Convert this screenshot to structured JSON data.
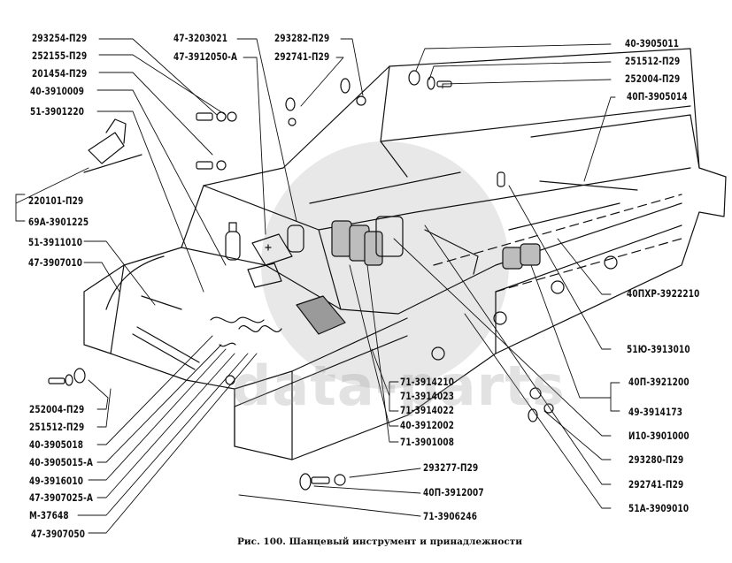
{
  "figure": {
    "caption": "Рис. 100. Шанцевый инструмент и принадлежности",
    "watermark": "data-parts",
    "colors": {
      "ink": "#111111",
      "watermark": "#c8c8c8",
      "background": "#ffffff"
    }
  },
  "labels_left": [
    "293254-П29",
    "252155-П29",
    "201454-П29",
    "40-3910009",
    "51-3901220",
    "220101-П29",
    "69А-3901225",
    "51-3911010",
    "47-3907010",
    "252004-П29",
    "251512-П29",
    "40-3905018",
    "40-3905015-А",
    "49-3916010",
    "47-3907025-А",
    "М-37648",
    "47-3907050"
  ],
  "labels_top": [
    "47-3203021",
    "47-3912050-А",
    "293282-П29",
    "292741-П29"
  ],
  "labels_right": [
    "40-3905011",
    "251512-П29",
    "252004-П29",
    "40П-3905014",
    "40ПХР-3922210",
    "51Ю-3913010",
    "40П-3921200",
    "49-3914173",
    "И10-3901000",
    "293280-П29",
    "292741-П29",
    "51А-3909010"
  ],
  "labels_center": [
    "71-3914210",
    "71-3914023",
    "71-3914022",
    "40-3912002",
    "71-3901008",
    "293277-П29",
    "40П-3912007",
    "71-3906246"
  ]
}
